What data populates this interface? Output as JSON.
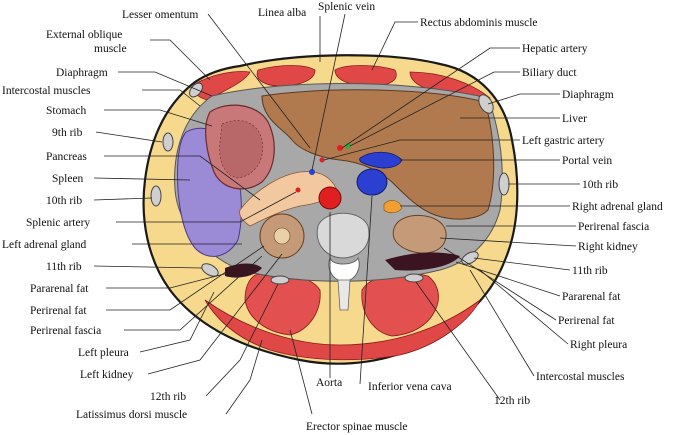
{
  "labels": {
    "lesser_omentum": "Lesser omentum",
    "linea_alba": "Linea alba",
    "splenic_vein": "Splenic vein",
    "rectus_abdominis": "Rectus abdominis muscle",
    "external_oblique_1": "External oblique",
    "external_oblique_2": "muscle",
    "hepatic_artery": "Hepatic artery",
    "diaphragm_left": "Diaphragm",
    "biliary_duct": "Biliary duct",
    "intercostal_left": "Intercostal muscles",
    "diaphragm_right": "Diaphragm",
    "stomach": "Stomach",
    "liver": "Liver",
    "rib9": "9th rib",
    "left_gastric_artery": "Left gastric artery",
    "pancreas": "Pancreas",
    "portal_vein": "Portal vein",
    "spleen": "Spleen",
    "rib10_right": "10th rib",
    "rib10_left": "10th rib",
    "right_adrenal_gland": "Right adrenal gland",
    "splenic_artery": "Splenic artery",
    "perirenal_fascia_right": "Perirenal fascia",
    "left_adrenal_gland": "Left adrenal gland",
    "right_kidney": "Right kidney",
    "rib11_left": "11th rib",
    "rib11_right": "11th rib",
    "pararenal_fat_left": "Pararenal fat",
    "pararenal_fat_right": "Pararenal fat",
    "perirenal_fat_left": "Perirenal fat",
    "perirenal_fat_right": "Perirenal fat",
    "perirenal_fascia_left": "Perirenal fascia",
    "right_pleura": "Right pleura",
    "left_pleura": "Left pleura",
    "intercostal_right": "Intercostal muscles",
    "left_kidney": "Left kidney",
    "aorta": "Aorta",
    "inferior_vena_cava": "Inferior vena cava",
    "rib12_left": "12th rib",
    "rib12_right": "12th rib",
    "latissimus_dorsi": "Latissimus dorsi muscle",
    "erector_spinae": "Erector spinae muscle"
  },
  "colors": {
    "outline": "#1a1a1a",
    "fat": "#f6d98c",
    "muscle": "#e04848",
    "muscle_light": "#f06a6a",
    "liver": "#b07a4e",
    "spleen": "#9b8ad6",
    "stomach": "#c87878",
    "kidney": "#c49a78",
    "vein": "#3344bb",
    "artery": "#e02020",
    "bone": "#d9d9d9",
    "peritoneum": "#8a8a8a",
    "pancreas": "#f2c8a0"
  }
}
